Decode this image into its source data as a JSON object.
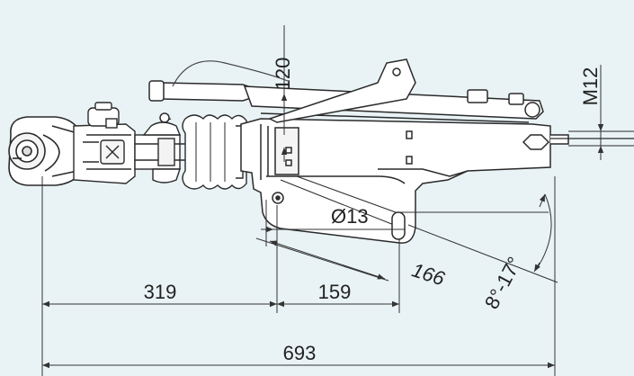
{
  "dimensions": {
    "height": "120",
    "bolt": "M12",
    "hole_diameter": "Ø13",
    "offset": "166",
    "tilt_angle": "8°-17°",
    "coupling_to_mount": "319",
    "mount_spacing": "159",
    "overall_length": "693"
  },
  "colors": {
    "background": "#e9f3f6",
    "outline": "#2a2a2a",
    "dim_line": "#333333"
  }
}
